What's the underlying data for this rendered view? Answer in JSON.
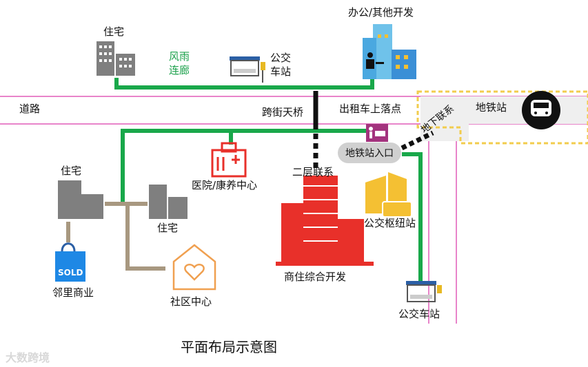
{
  "labels": {
    "residential_top": "住宅",
    "corridor_line1": "风雨",
    "corridor_line2": "连廊",
    "bus_stop_top_line1": "公交",
    "bus_stop_top_line2": "车站",
    "office": "办公/其他开发",
    "road": "道路",
    "skybridge": "跨街天桥",
    "taxi": "出租车上落点",
    "metro_station": "地铁站",
    "metro_entrance": "地铁站入口",
    "underground_link": "地下联系",
    "second_floor_link": "二层联系",
    "hospital": "医院/康养中心",
    "residential_left": "住宅",
    "residential_mid": "住宅",
    "bus_hub": "公交枢纽站",
    "mixed_use": "商住综合开发",
    "neighborhood_retail": "邻里商业",
    "community_center": "社区中心",
    "bus_stop_bottom": "公交车站",
    "sold": "SOLD",
    "title": "平面布局示意图",
    "watermark": "大数跨境"
  },
  "colors": {
    "green_link": "#19a84a",
    "black_link": "#111111",
    "brown_path": "#a89880",
    "road_pink": "#e05cb8",
    "metro_dash": "#f2cc4d",
    "red_building": "#e8302a",
    "gold_building": "#f4c033",
    "grey_building": "#7f7f7f",
    "blue_office": "#4aa8e0"
  },
  "icons": [
    "residential-icon",
    "bus-stop-icon",
    "office-icon",
    "taxi-icon",
    "metro-icon",
    "hospital-icon",
    "mixed-use-building-icon",
    "bus-hub-icon",
    "shopping-bag-icon",
    "heart-house-icon"
  ]
}
